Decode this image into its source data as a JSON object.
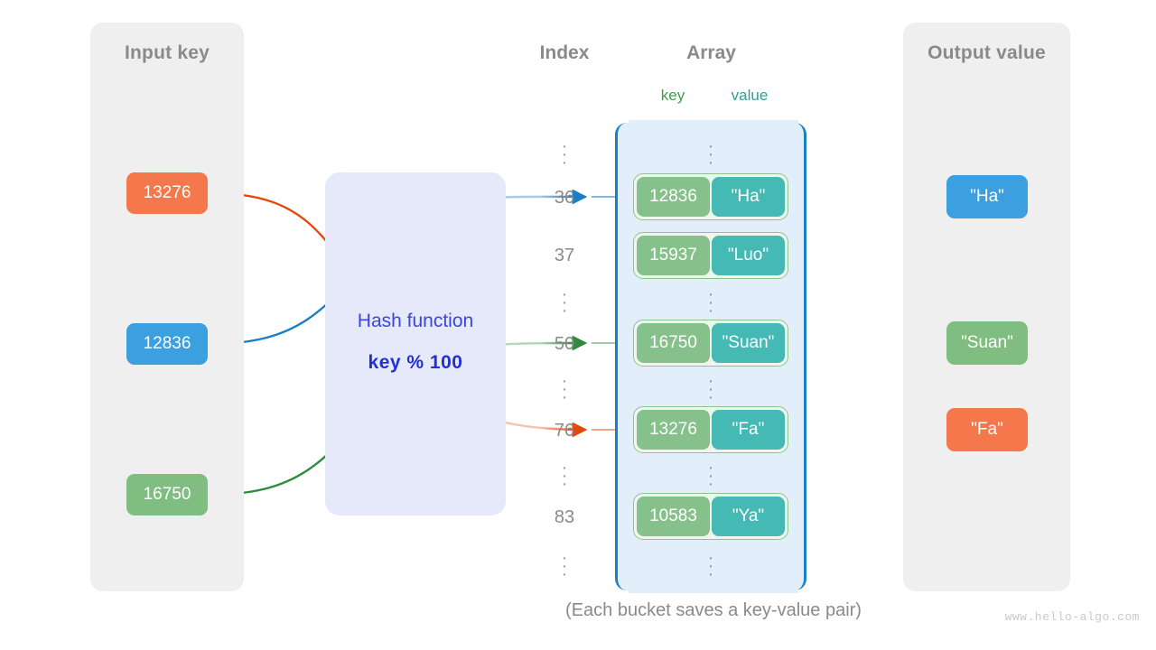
{
  "diagram": {
    "caption": "(Each bucket saves a key-value pair)",
    "watermark": "www.hello-algo.com"
  },
  "input_panel": {
    "title": "Input key",
    "keys": [
      {
        "value": "13276",
        "color": "#f4784c"
      },
      {
        "value": "12836",
        "color": "#3b9fe0"
      },
      {
        "value": "16750",
        "color": "#7fbd80"
      }
    ]
  },
  "hash_function": {
    "label": "Hash function",
    "formula": "key % 100",
    "box_color": "#e5e9f9",
    "text_color": "#3b46e0"
  },
  "index_column": {
    "header": "Index",
    "cells": [
      "dots",
      "36",
      "37",
      "dots",
      "50",
      "dots",
      "76",
      "dots",
      "83",
      "dots"
    ]
  },
  "array_column": {
    "header": "Array",
    "key_label": "key",
    "value_label": "value",
    "key_label_color": "#3f9e4d",
    "value_label_color": "#2f9e96",
    "container_color": "#e2effb",
    "container_border": "#1b7fc4",
    "buckets": [
      {
        "index": "36",
        "key": "12836",
        "value": "\"Ha\""
      },
      {
        "index": "37",
        "key": "15937",
        "value": "\"Luo\""
      },
      {
        "index": "50",
        "key": "16750",
        "value": "\"Suan\""
      },
      {
        "index": "76",
        "key": "13276",
        "value": "\"Fa\""
      },
      {
        "index": "83",
        "key": "10583",
        "value": "\"Ya\""
      }
    ]
  },
  "output_panel": {
    "title": "Output value",
    "values": [
      {
        "value": "\"Ha\"",
        "color": "#3b9fe0"
      },
      {
        "value": "\"Suan\"",
        "color": "#7fbd80"
      },
      {
        "value": "\"Fa\"",
        "color": "#f4784c"
      }
    ]
  },
  "mappings": [
    {
      "input_key": "13276",
      "index": "76",
      "output": "\"Fa\"",
      "color": "#e2490f"
    },
    {
      "input_key": "12836",
      "index": "36",
      "output": "\"Ha\"",
      "color": "#1b7fc4"
    },
    {
      "input_key": "16750",
      "index": "50",
      "output": "\"Suan\"",
      "color": "#2e8b3d"
    }
  ]
}
